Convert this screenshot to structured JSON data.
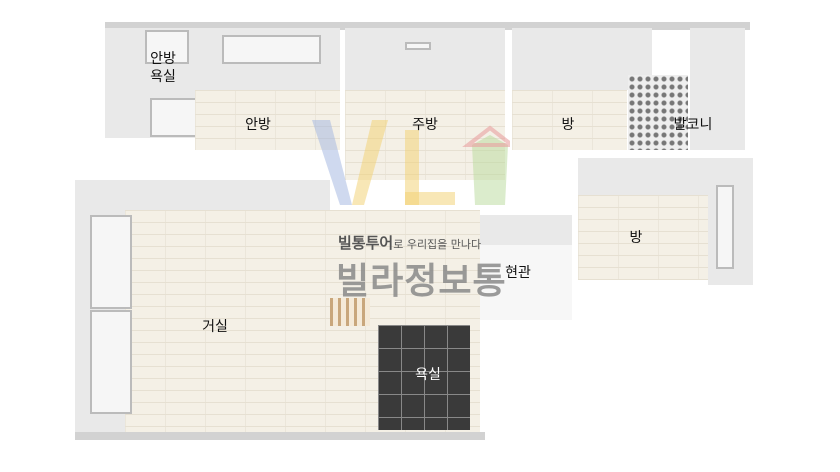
{
  "rooms": {
    "master_bath": "안방\n욕실",
    "master_bedroom": "안방",
    "kitchen": "주방",
    "room_top": "방",
    "balcony": "발코니",
    "room_right": "방",
    "entrance": "현관",
    "living_room": "거실",
    "bathroom": "욕실"
  },
  "watermark": {
    "tagline_bold": "빌통투어",
    "tagline_rest": "로 우리집을 만나다",
    "brand": "빌라정보통"
  }
}
